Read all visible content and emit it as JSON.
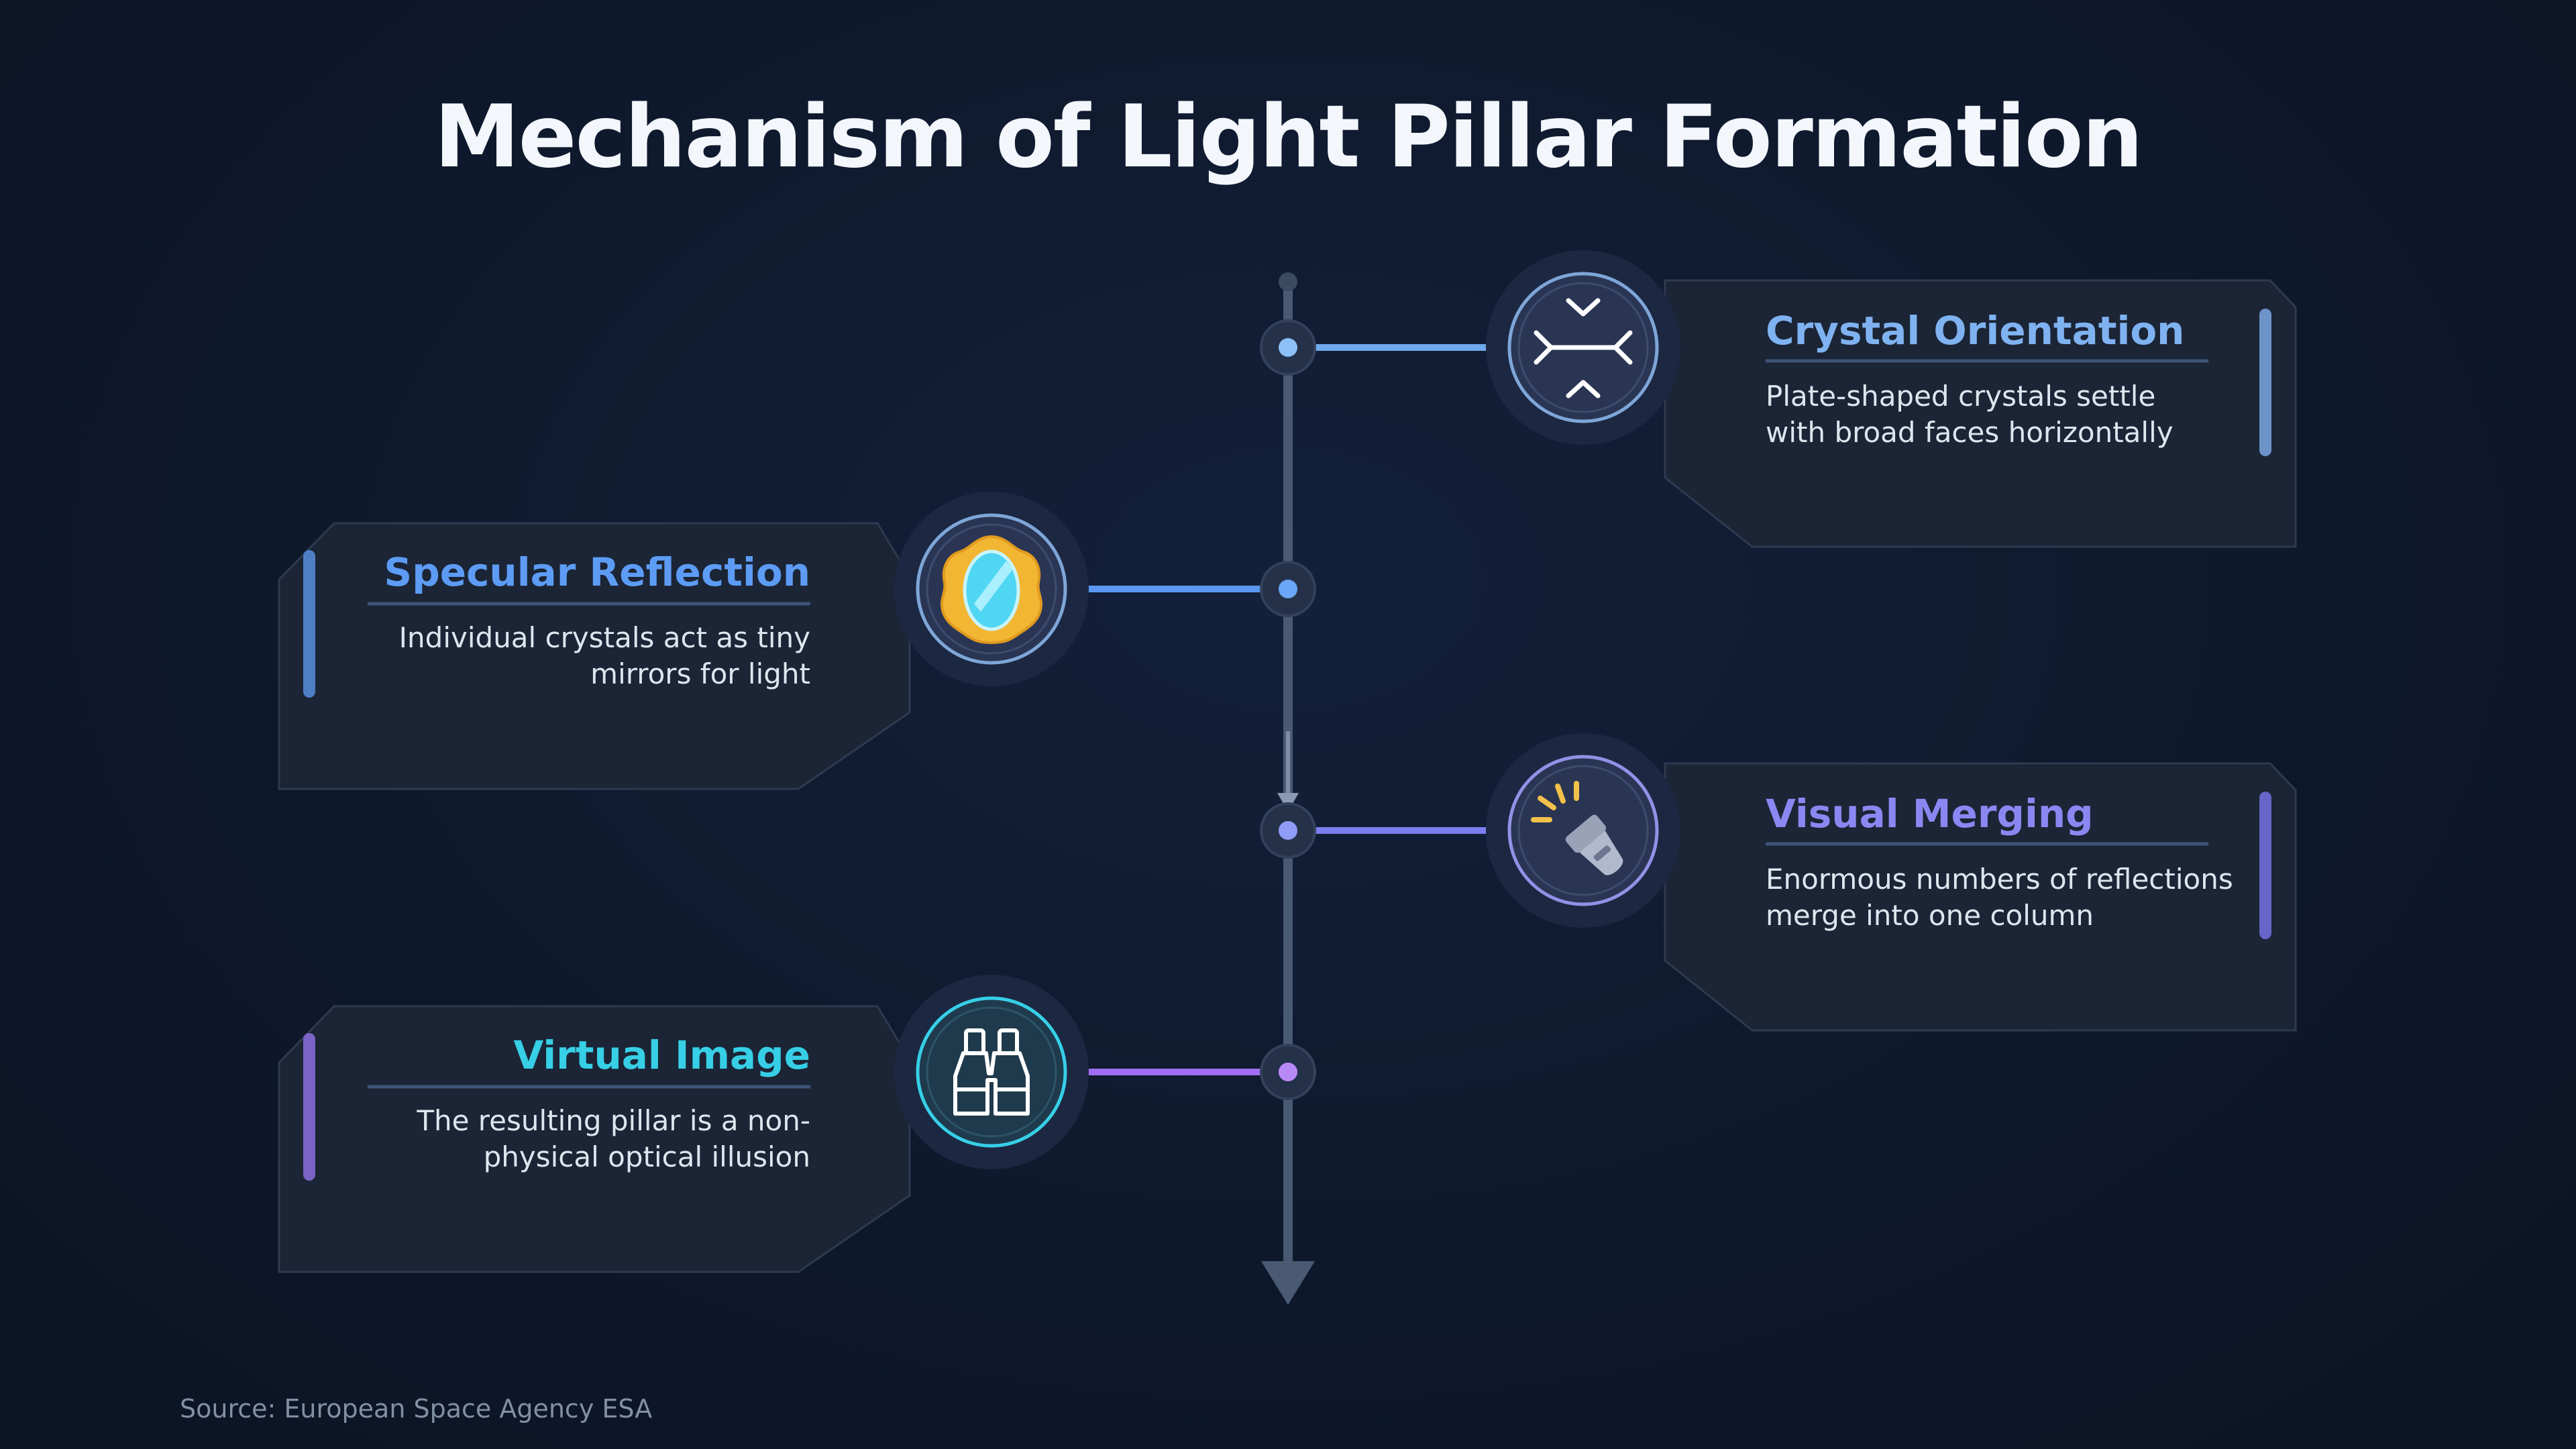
{
  "title": "Mechanism of Light Pillar Formation",
  "source": "Source: European Space Agency ESA",
  "steps": [
    {
      "title": "Crystal Orientation",
      "description": "Plate-shaped crystals settle with broad faces horizontally",
      "icon": "crystal-orientation-icon",
      "color": "#7fb2f0"
    },
    {
      "title": "Specular Reflection",
      "description": "Individual crystals act as tiny mirrors for light",
      "icon": "mirror-icon",
      "color": "#5d9cf5"
    },
    {
      "title": "Visual Merging",
      "description": "Enormous numbers of reflections merge into one column",
      "icon": "flashlight-icon",
      "color": "#8b87f2"
    },
    {
      "title": "Virtual Image",
      "description": "The resulting pillar is a non-physical optical illusion",
      "icon": "binoculars-icon",
      "color": "#36cfe6"
    }
  ]
}
